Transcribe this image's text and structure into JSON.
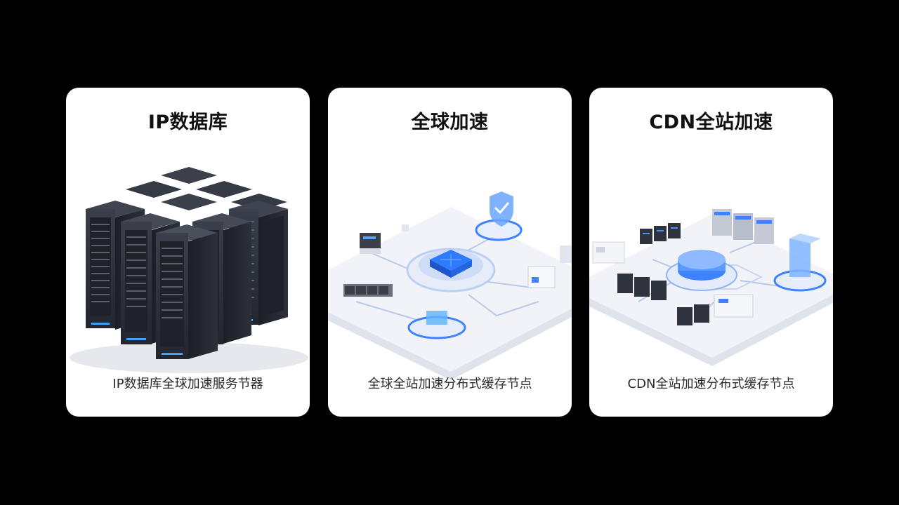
{
  "cards": [
    {
      "title": "IP数据库",
      "caption": "IP数据库全球加速服务节器",
      "illustration_icon": "server-rack-cluster-icon"
    },
    {
      "title": "全球加速",
      "caption": "全球全站加速分布式缓存节点",
      "illustration_icon": "global-network-shield-icon"
    },
    {
      "title": "CDN全站加速",
      "caption": "CDN全站加速分布式缓存节点",
      "illustration_icon": "cdn-network-nodes-icon"
    }
  ],
  "colors": {
    "background": "#000000",
    "card": "#ffffff",
    "accent_blue": "#2f7bff",
    "server_dark": "#2b2f3a"
  }
}
